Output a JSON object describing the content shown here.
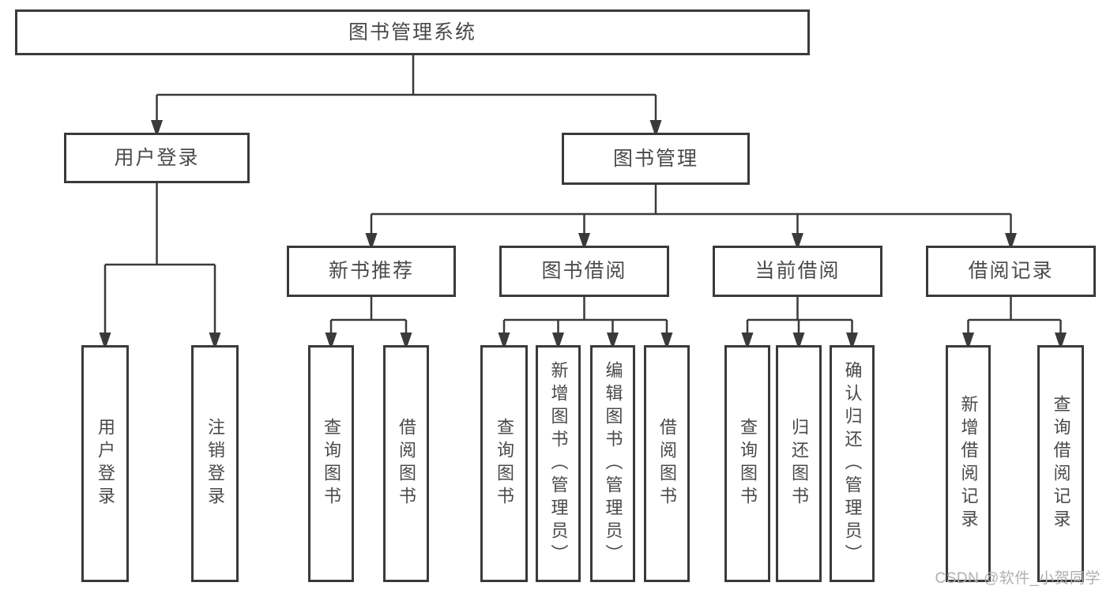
{
  "watermark": "CSDN @软件_小贺同学",
  "colors": {
    "line": "#3a3a3a",
    "text": "#4a4a4a",
    "wm": "#b3adb3"
  },
  "tree": {
    "root": "图书管理系统",
    "branches": [
      {
        "label": "用户登录",
        "children": [
          {
            "label": "用户登录"
          },
          {
            "label": "注销登录"
          }
        ]
      },
      {
        "label": "图书管理",
        "children": [
          {
            "label": "新书推荐",
            "children": [
              {
                "label": "查询图书"
              },
              {
                "label": "借阅图书"
              }
            ]
          },
          {
            "label": "图书借阅",
            "children": [
              {
                "label": "查询图书"
              },
              {
                "label": "新增图书（管理员）"
              },
              {
                "label": "编辑图书（管理员）"
              },
              {
                "label": "借阅图书"
              }
            ]
          },
          {
            "label": "当前借阅",
            "children": [
              {
                "label": "查询图书"
              },
              {
                "label": "归还图书"
              },
              {
                "label": "确认归还（管理员）"
              }
            ]
          },
          {
            "label": "借阅记录",
            "children": [
              {
                "label": "新增借阅记录"
              },
              {
                "label": "查询借阅记录"
              }
            ]
          }
        ]
      }
    ]
  }
}
